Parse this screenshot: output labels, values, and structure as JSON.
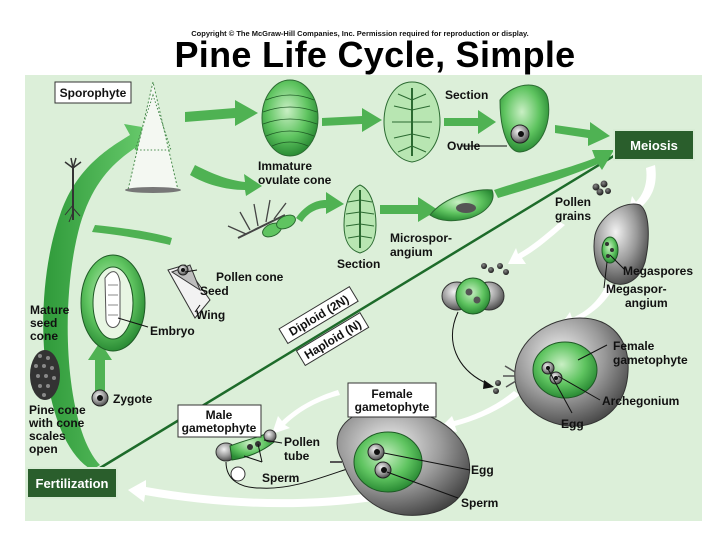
{
  "copyright": "Copyright © The McGraw-Hill Companies, Inc. Permission required for reproduction or display.",
  "title": "Pine Life Cycle, Simple",
  "boxes": {
    "sporophyte": "Sporophyte",
    "meiosis": "Meiosis",
    "fertilization": "Fertilization",
    "male_gametophyte": [
      "Male",
      "gametophyte"
    ],
    "female_gametophyte": [
      "Female",
      "gametophyte"
    ]
  },
  "ploidy": {
    "diploid": "Diploid (2N)",
    "haploid": "Haploid (N)"
  },
  "labels": {
    "immature_cone": [
      "Immature",
      "ovulate cone"
    ],
    "section_top": "Section",
    "ovule": "Ovule",
    "pollen_cone": "Pollen cone",
    "section_mid": "Section",
    "microsporangium": [
      "Microspor-",
      "angium"
    ],
    "pollen_grains": [
      "Pollen",
      "grains"
    ],
    "megaspores": "Megaspores",
    "megasporangium": [
      "Megaspor-",
      "angium"
    ],
    "seed": "Seed",
    "wing": "Wing",
    "embryo": "Embryo",
    "mature_seed_cone": [
      "Mature",
      "seed",
      "cone"
    ],
    "pine_cone_open": [
      "Pine cone",
      "with cone",
      "scales",
      "open"
    ],
    "zygote": "Zygote",
    "female_gametophyte_right": [
      "Female",
      "gametophyte"
    ],
    "archegonium": "Archegonium",
    "egg_right": "Egg",
    "pollen_tube": [
      "Pollen",
      "tube"
    ],
    "sperm_left": "Sperm",
    "egg_bottom": "Egg",
    "sperm_bottom": "Sperm"
  },
  "colors": {
    "background": "#dcefd9",
    "arrow_green": "#4fb253",
    "dark_box": "#2a5e2c",
    "stage_green": "#3aa845",
    "white_arrow": "#ffffff"
  }
}
